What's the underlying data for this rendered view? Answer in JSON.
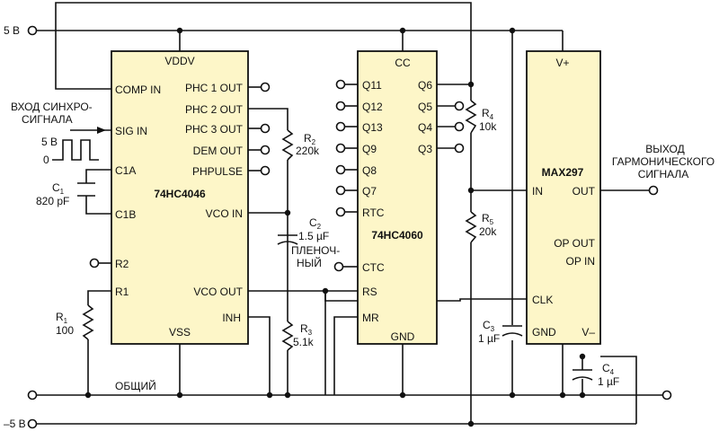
{
  "rails": {
    "plus5": "5 В",
    "minus5": "–5 В",
    "common": "ОБЩИЙ"
  },
  "input_label": [
    "ВХОД СИНХРО-",
    "СИГНАЛА"
  ],
  "pulse_levels": [
    "5 В",
    "0"
  ],
  "output_label": [
    "ВЫХОД",
    "ГАРМОНИЧЕСКОГО",
    "СИГНАЛА"
  ],
  "chips": {
    "u1": {
      "name": "74HC4046",
      "pins": {
        "vddv": "VDDV",
        "comp_in": "COMP IN",
        "sig_in": "SIG IN",
        "c1a": "C1A",
        "c1b": "C1B",
        "r2": "R2",
        "r1": "R1",
        "vss": "VSS",
        "phc1": "PHC 1 OUT",
        "phc2": "PHC 2 OUT",
        "phc3": "PHC 3 OUT",
        "dem": "DEM OUT",
        "phpulse": "PHPULSE",
        "vco_in": "VCO IN",
        "vco_out": "VCO OUT",
        "inh": "INH"
      }
    },
    "u2": {
      "name": "74HC4060",
      "pins": {
        "cc": "CC",
        "q11": "Q11",
        "q12": "Q12",
        "q13": "Q13",
        "q9": "Q9",
        "q8": "Q8",
        "q7": "Q7",
        "rtc": "RTC",
        "ctc": "CTC",
        "rs": "RS",
        "mr": "MR",
        "gnd": "GND",
        "q6": "Q6",
        "q5": "Q5",
        "q4": "Q4",
        "q3": "Q3"
      }
    },
    "u3": {
      "name": "MAX297",
      "pins": {
        "vplus": "V+",
        "in": "IN",
        "out": "OUT",
        "op_out": "OP OUT",
        "op_in": "OP IN",
        "clk": "CLK",
        "gnd": "GND",
        "vminus": "V–"
      }
    }
  },
  "components": {
    "c1": {
      "ref": "C",
      "sub": "1",
      "value": "820 pF"
    },
    "c2": {
      "ref": "C",
      "sub": "2",
      "value": "1.5 µF",
      "note1": "ПЛЕНОЧ-",
      "note2": "НЫЙ"
    },
    "c3": {
      "ref": "C",
      "sub": "3",
      "value": "1 µF"
    },
    "c4": {
      "ref": "C",
      "sub": "4",
      "value": "1 µF"
    },
    "r1": {
      "ref": "R",
      "sub": "1",
      "value": "100"
    },
    "r2": {
      "ref": "R",
      "sub": "2",
      "value": "220k"
    },
    "r3": {
      "ref": "R",
      "sub": "3",
      "value": "5.1k"
    },
    "r4": {
      "ref": "R",
      "sub": "4",
      "value": "10k"
    },
    "r5": {
      "ref": "R",
      "sub": "5",
      "value": "20k"
    }
  }
}
